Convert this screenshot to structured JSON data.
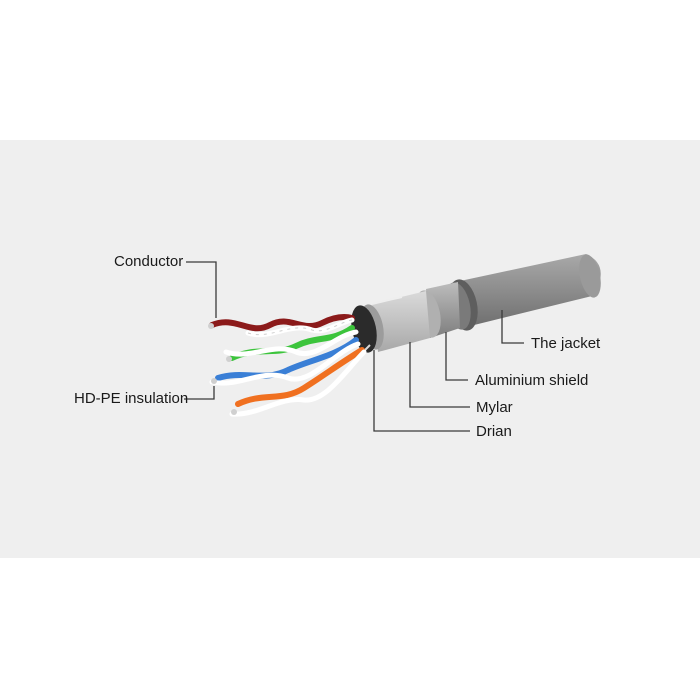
{
  "diagram": {
    "labels": {
      "conductor": "Conductor",
      "insulation": "HD-PE insulation",
      "jacket": "The jacket",
      "aluminium": "Aluminium shield",
      "mylar": "Mylar",
      "drain": "Drian"
    },
    "colors": {
      "background": "#efefef",
      "jacket": "#8f8f8f",
      "jacket_ring": "#6a6a6a",
      "mylar": "#c9c9c9",
      "brown_pair": "#8b1a1a",
      "green_pair": "#3cc43c",
      "blue_pair": "#3a7fd6",
      "orange_pair": "#f07020",
      "white_stripe": "#ffffff"
    }
  }
}
